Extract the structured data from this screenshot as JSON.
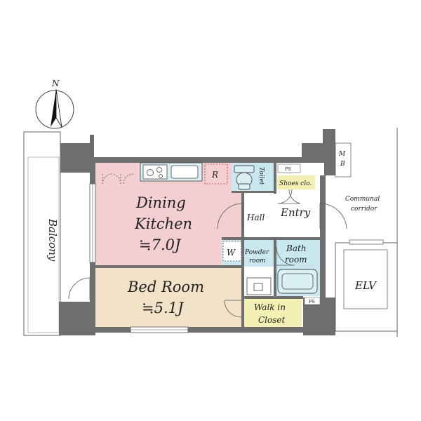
{
  "compass": {
    "north": "N"
  },
  "rooms": {
    "dining_kitchen": {
      "name_line1": "Dining",
      "name_line2": "Kitchen",
      "size": "≒7.0J",
      "color": "#f3cfd1"
    },
    "bed_room": {
      "name": "Bed Room",
      "size": "≒5.1J",
      "color": "#f1e2c8"
    },
    "balcony": {
      "name": "Balcony"
    },
    "toilet": {
      "name": "Toilet",
      "color": "#c8e7ef"
    },
    "shoes_closet": {
      "name": "Shoes clo.",
      "color": "#f4efb3"
    },
    "hall": {
      "name": "Hall"
    },
    "entry": {
      "name": "Entry"
    },
    "powder_room": {
      "name_line1": "Powder",
      "name_line2": "room",
      "color": "#c8e7ef"
    },
    "bath_room": {
      "name_line1": "Bath",
      "name_line2": "room",
      "color": "#c8e7ef"
    },
    "walk_in_closet": {
      "name_line1": "Walk in",
      "name_line2": "Closet",
      "color": "#f4efb3"
    },
    "communal_corridor": {
      "name_line1": "Communal",
      "name_line2": "corridor"
    },
    "elevator": {
      "name": "ELV"
    }
  },
  "fixtures": {
    "refrigerator": "R",
    "washer": "W",
    "pipe_space_upper": "PS",
    "pipe_space_lower": "PS",
    "meter_box_line1": "M",
    "meter_box_line2": "B"
  },
  "colors": {
    "wall": "#6e6e6e",
    "wet_area": "#c8e7ef",
    "kitchen_counter": "#c8e7ef"
  }
}
